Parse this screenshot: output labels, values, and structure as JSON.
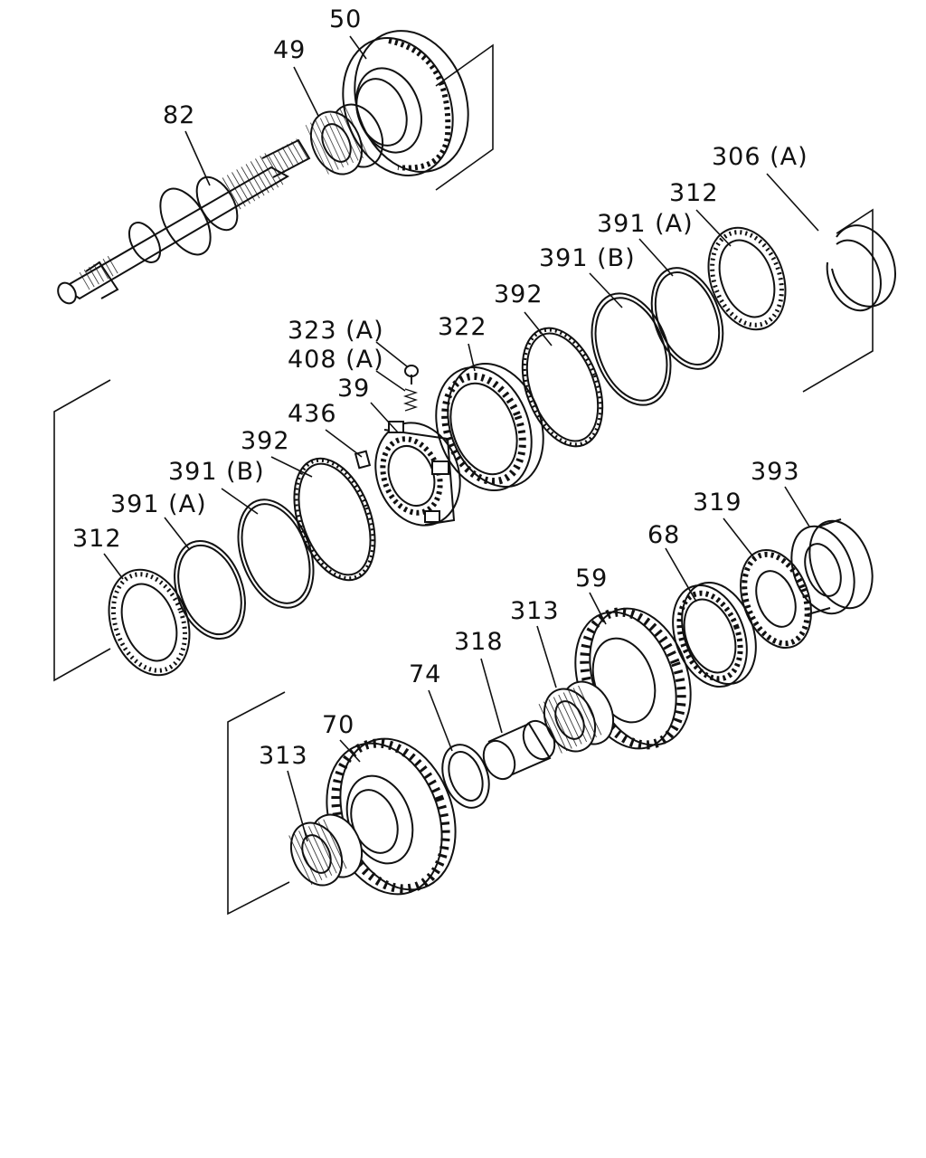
{
  "labels": {
    "p50": "50",
    "p49": "49",
    "p82": "82",
    "p306a": "306 (A)",
    "p312_top": "312",
    "p391a_top": "391 (A)",
    "p391b_top": "391 (B)",
    "p392_top": "392",
    "p322": "322",
    "p323a": "323 (A)",
    "p408a": "408 (A)",
    "p39": "39",
    "p436": "436",
    "p392_mid": "392",
    "p391b_mid": "391 (B)",
    "p391a_mid": "391 (A)",
    "p312_mid": "312",
    "p393": "393",
    "p319": "319",
    "p68": "68",
    "p59": "59",
    "p313_mid": "313",
    "p318": "318",
    "p74": "74",
    "p70": "70",
    "p313_low": "313"
  }
}
